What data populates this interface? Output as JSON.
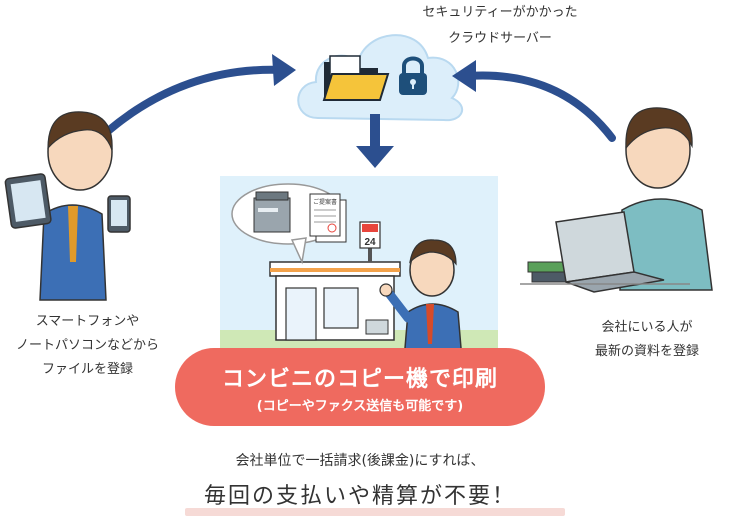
{
  "cloud": {
    "caption_line1": "セキュリティーがかかった",
    "caption_line2": "クラウドサーバー"
  },
  "left_person": {
    "caption_line1": "スマートフォンや",
    "caption_line2": "ノートパソコンなどから",
    "caption_line3": "ファイルを登録"
  },
  "right_person": {
    "caption_line1": "会社にいる人が",
    "caption_line2": "最新の資料を登録"
  },
  "store": {
    "sign_number": "24",
    "doc_title": "ご提案書"
  },
  "pill": {
    "title": "コンビニのコピー機で印刷",
    "subtitle": "(コピーやファクス送信も可能です)"
  },
  "billing_note": "会社単位で一括請求(後課金)にすれば、",
  "no_payment": "毎回の支払いや精算が不要！",
  "colors": {
    "arrow": "#2c4f8f",
    "pill": "#ef6a5f",
    "cloud": "#dceefa",
    "folder": "#f5c43a",
    "lock": "#1e4f7a",
    "highlight": "#f6dad6"
  }
}
